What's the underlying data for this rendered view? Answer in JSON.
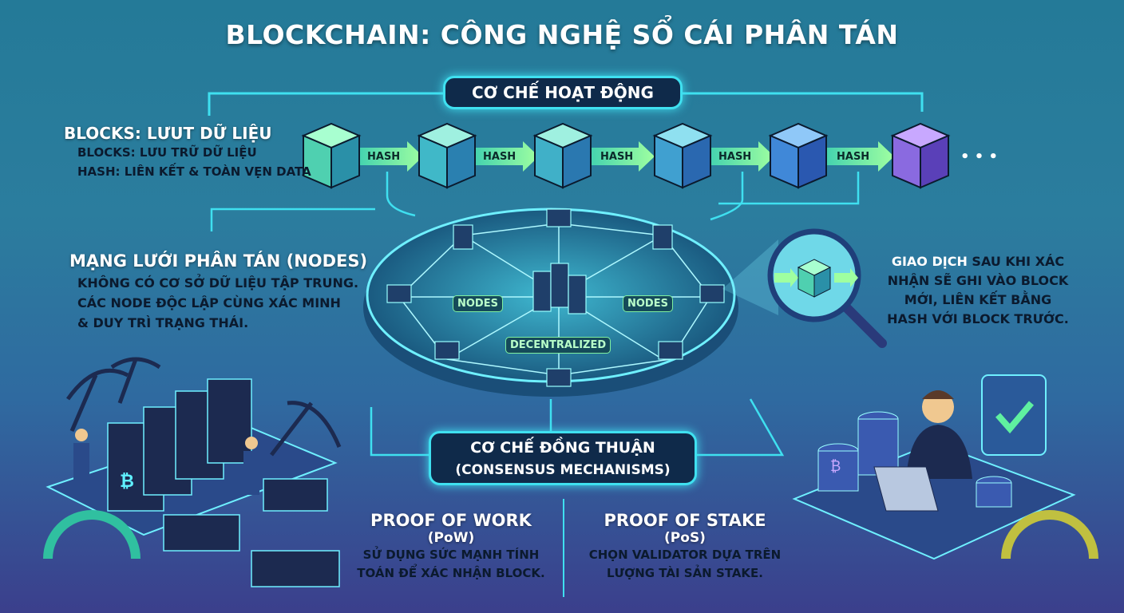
{
  "title": "BLOCKCHAIN: CÔNG NGHỆ SỔ CÁI PHÂN TÁN",
  "mechanism": {
    "label": "CƠ CHẾ HOẠT ĐỘNG",
    "hash_label": "HASH",
    "ellipsis": "• • •"
  },
  "blocks": {
    "heading": "BLOCKS: LƯUT DỮ LIỆU",
    "line1": "BLOCKS: LƯU TRỮ DỮ LIỆU",
    "line2": "HASH: LIÊN KẾT & TOÀN VẸN DATA"
  },
  "network": {
    "heading": "MẠNG LƯỚI PHÂN TÁN (NODES)",
    "line1": "KHÔNG CÓ CƠ SỞ DỮ LIỆU TẬP TRUNG.",
    "line2": "CÁC NODE ĐỘC LẬP CÙNG XÁC MINH",
    "line3": "& DUY TRÌ TRẠNG THÁI.",
    "nodes_label": "NODES",
    "decentralized_label": "DECENTRALIZED"
  },
  "transaction": {
    "highlight": "GIAO DỊCH",
    "line1": " SAU KHI XÁC",
    "line2": "NHẬN SẼ GHI VÀO BLOCK",
    "line3": "MỚI, LIÊN KẾT BẰNG",
    "line4": "HASH VỚI BLOCK TRƯỚC."
  },
  "consensus": {
    "line1": "CƠ CHẾ ĐỒNG THUẬN",
    "line2": "(CONSENSUS MECHANISMS)"
  },
  "pow": {
    "title": "PROOF OF WORK",
    "abbr": "(PoW)",
    "line1": "SỬ DỤNG SỨC MẠNH TÍNH",
    "line2": "TOÁN ĐỂ XÁC NHẬN BLOCK."
  },
  "pos": {
    "title": "PROOF OF STAKE",
    "abbr": "(PoS)",
    "line1": "CHỌN VALIDATOR DỰA TRÊN",
    "line2": "LƯỢNG TÀI SẢN STAKE."
  }
}
